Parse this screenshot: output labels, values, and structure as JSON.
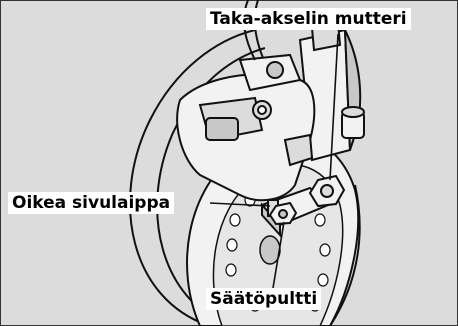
{
  "labels": {
    "rear_axle_nut": "Taka-akselin mutteri",
    "right_side_plate": "Oikea sivulaippa",
    "adjusting_bolt": "Säätöpultti"
  },
  "colors": {
    "background": "#dcdcdc",
    "line": "#111111",
    "label_bg": "#ffffff",
    "metal_light": "#f2f2f2",
    "metal_mid": "#c8c8c8"
  }
}
